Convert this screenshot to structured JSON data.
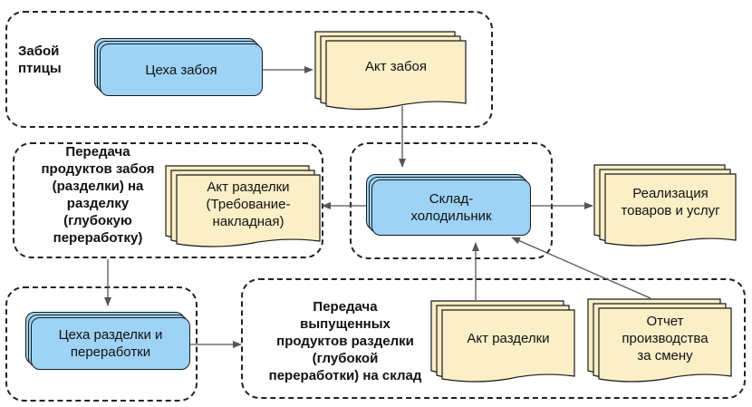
{
  "groups": {
    "slaughter": {
      "label_line1": "Забой",
      "label_line2": "птицы"
    },
    "transfer_to_cutting": {
      "label_line1": "Передача",
      "label_line2": "продуктов забоя",
      "label_line3": "(разделки) на",
      "label_line4": "разделку",
      "label_line5": "(глубокую",
      "label_line6": "переработку)"
    },
    "warehouse": {},
    "cutting_shops": {},
    "transfer_to_warehouse": {
      "label_line1": "Передача",
      "label_line2": "выпущенных",
      "label_line3": "продуктов разделки",
      "label_line4": "(глубокой",
      "label_line5": "переработки) на склад"
    }
  },
  "nodes": {
    "slaughter_shops": {
      "text": "Цеха забоя"
    },
    "slaughter_act": {
      "text": "Акт забоя"
    },
    "cutting_act_request": {
      "line1": "Акт разделки",
      "line2": "(Требование-",
      "line3": "накладная)"
    },
    "cold_storage": {
      "line1": "Склад-",
      "line2": "холодильник"
    },
    "sales": {
      "line1": "Реализация",
      "line2": "товаров и услуг"
    },
    "cutting_shops": {
      "line1": "Цеха разделки и",
      "line2": "переработки"
    },
    "cutting_act": {
      "text": "Акт разделки"
    },
    "shift_report": {
      "line1": "Отчет",
      "line2": "производства",
      "line3": "за смену"
    }
  },
  "colors": {
    "process_fill": "#9ed3f6",
    "document_fill": "#fbefc8",
    "stroke": "#1a1a1a",
    "connector": "#555555"
  },
  "icons": {
    "arrowhead": "arrowhead-icon"
  }
}
